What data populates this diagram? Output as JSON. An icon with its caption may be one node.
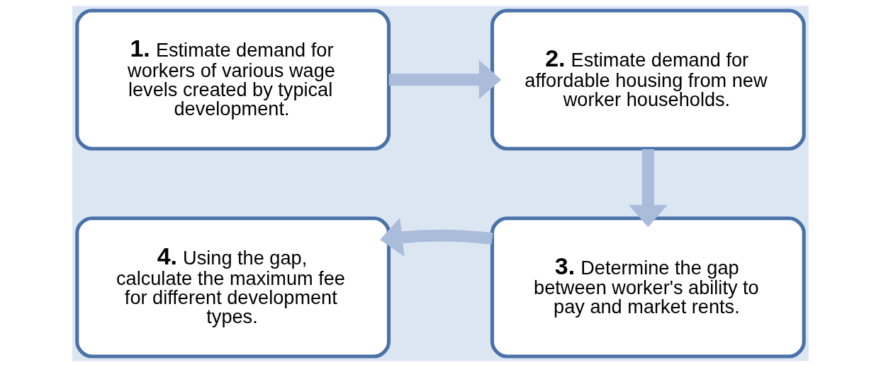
{
  "diagram": {
    "nodes": [
      {
        "text": [
          "**1.** Estimate demand for workers of various wage levels created by typical development."
        ]
      },
      {
        "text": [
          "**2.** Estimate demand for affordable housing from new worker households."
        ]
      },
      {
        "text": [
          "**3.** Determine the gap between worker's ability to pay and market rents."
        ]
      },
      {
        "text": [
          "**4.** Using the gap, calculate the maximum fee for different development types."
        ]
      }
    ],
    "edges": [
      {
        "from": 0,
        "to": 1,
        "arrow": "to"
      },
      {
        "from": 1,
        "to": 2,
        "arrow": "to"
      },
      {
        "from": 2,
        "to": 3,
        "arrow": "to"
      }
    ]
  }
}
